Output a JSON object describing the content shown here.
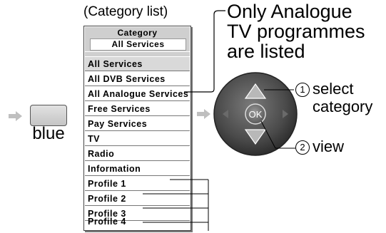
{
  "key": {
    "label": "blue"
  },
  "caption": "(Category list)",
  "menu": {
    "header_title": "Category",
    "header_current": "All Services",
    "items": [
      {
        "label": "All Services"
      },
      {
        "label": "All DVB Services"
      },
      {
        "label": "All Analogue Services"
      },
      {
        "label": "Free Services"
      },
      {
        "label": "Pay Services"
      },
      {
        "label": "TV"
      },
      {
        "label": "Radio"
      },
      {
        "label": "Information"
      },
      {
        "label": "Profile 1"
      },
      {
        "label": "Profile 2"
      },
      {
        "label": "Profile 3"
      },
      {
        "label": "Profile 4"
      }
    ]
  },
  "note": {
    "line1": "Only Analogue",
    "line2": "TV programmes",
    "line3": "are listed"
  },
  "remote": {
    "ok_label": "OK",
    "step1_number": "1",
    "step1_line1": "select",
    "step1_line2": "category",
    "step2_number": "2",
    "step2_label": "view"
  },
  "colors": {
    "arrow": "#bfbfbf",
    "pad_dark": "#4a4a4a",
    "selected_row": "#d9d9d9"
  }
}
